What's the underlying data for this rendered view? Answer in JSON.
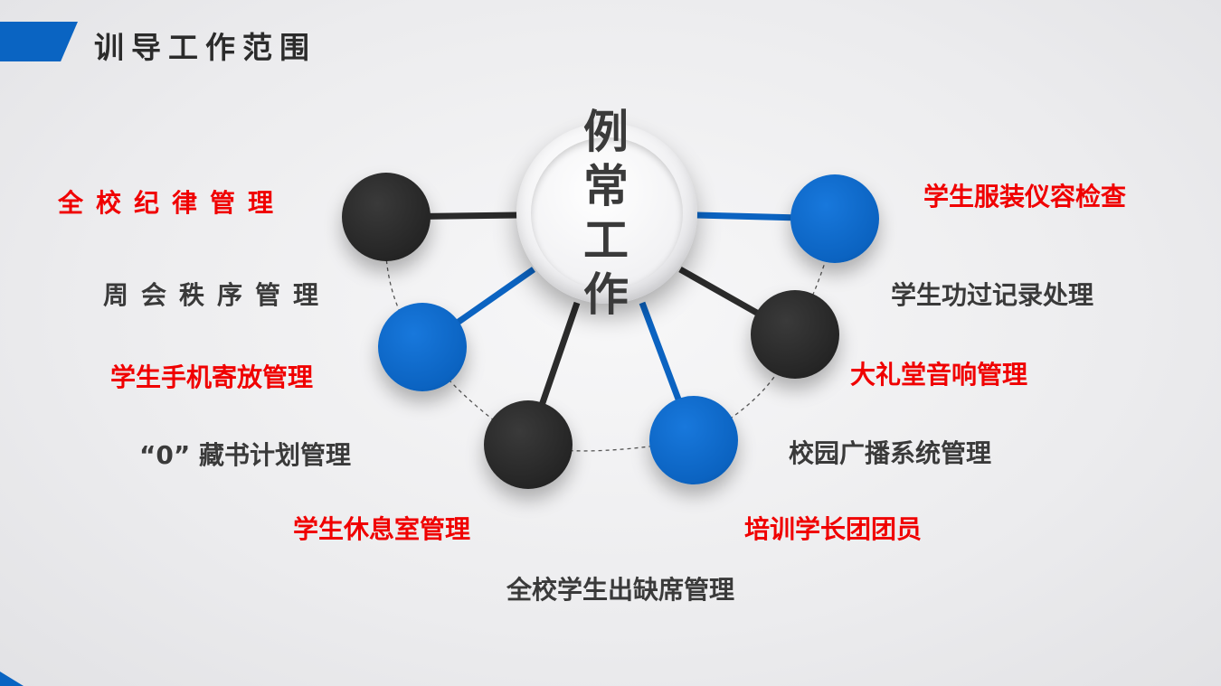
{
  "header": {
    "title": "训导工作范围"
  },
  "hub": {
    "text": "例常工作"
  },
  "labels": {
    "l1": "全校纪律管理",
    "l2": "周会秩序管理",
    "l3": "学生手机寄放管理",
    "l4": "“0” 藏书计划管理",
    "l5": "学生休息室管理",
    "l6": "全校学生出缺席管理",
    "r1": "学生服装仪容检查",
    "r2": "学生功过记录处理",
    "r3": "大礼堂音响管理",
    "r4": "校园广播系统管理",
    "r5": "培训学长团团员"
  },
  "colors": {
    "accent_blue": "#0a64c2",
    "node_dark": "#252525",
    "label_red": "#f00000",
    "label_gray": "#3a3a3a"
  }
}
